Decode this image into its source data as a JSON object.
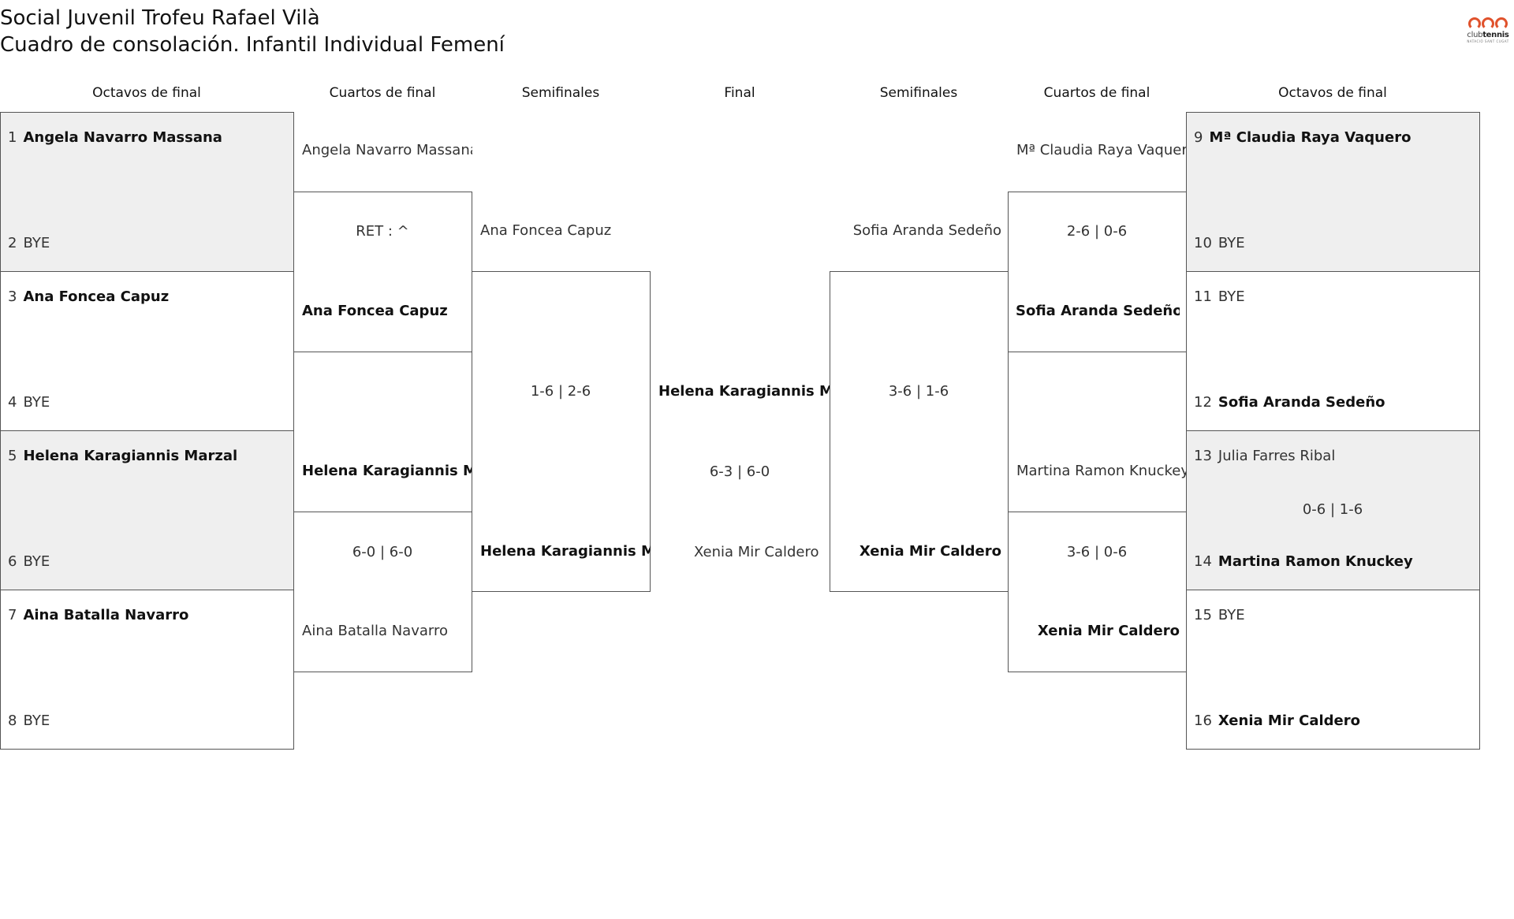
{
  "title_line1": "Social Juvenil Trofeu Rafael Vilà",
  "title_line2": "Cuadro de consolación. Infantil Individual Femení",
  "logo": {
    "brand_a": "club",
    "brand_b": "tennis",
    "sub": "NATACIÓ SANT CUGAT",
    "accent": "#e0522c"
  },
  "headers": {
    "l_r16": "Octavos de final",
    "l_qf": "Cuartos de final",
    "l_sf": "Semifinales",
    "final": "Final",
    "r_sf": "Semifinales",
    "r_qf": "Cuartos de final",
    "r_r16": "Octavos de final"
  },
  "left_r16": [
    {
      "seed": "1",
      "name": "Angela Navarro Massana"
    },
    {
      "seed": "2",
      "name": "BYE"
    },
    {
      "seed": "3",
      "name": "Ana Foncea Capuz"
    },
    {
      "seed": "4",
      "name": "BYE"
    },
    {
      "seed": "5",
      "name": "Helena Karagiannis Marzal"
    },
    {
      "seed": "6",
      "name": "BYE"
    },
    {
      "seed": "7",
      "name": "Aina Batalla Navarro"
    },
    {
      "seed": "8",
      "name": "BYE"
    }
  ],
  "right_r16": [
    {
      "seed": "9",
      "name": "Mª Claudia Raya Vaquero"
    },
    {
      "seed": "10",
      "name": "BYE"
    },
    {
      "seed": "11",
      "name": "BYE"
    },
    {
      "seed": "12",
      "name": "Sofia Aranda Sedeño"
    },
    {
      "seed": "13",
      "name": "Julia Farres Ribal"
    },
    {
      "seed": "14",
      "name": "Martina Ramon Knuckey"
    },
    {
      "seed": "15",
      "name": "BYE"
    },
    {
      "seed": "16",
      "name": "Xenia Mir Caldero"
    }
  ],
  "right_r16_score": "0-6 | 1-6",
  "left_qf": {
    "p1": "Angela Navarro Massana",
    "score1": "RET : ^",
    "p2": "Ana Foncea Capuz",
    "p3": "Helena Karagiannis Marzal",
    "score2": "6-0 | 6-0",
    "p4": "Aina Batalla Navarro"
  },
  "left_sf": {
    "p1": "Ana Foncea Capuz",
    "score": "1-6 | 2-6",
    "p2": "Helena Karagiannis Marzal"
  },
  "final": {
    "p1": "Helena Karagiannis Marzal",
    "score": "6-3 | 6-0",
    "p2": "Xenia Mir Caldero"
  },
  "right_sf": {
    "p1": "Sofia Aranda Sedeño",
    "score": "3-6 | 1-6",
    "p2": "Xenia Mir Caldero"
  },
  "right_qf": {
    "p1": "Mª Claudia Raya Vaquero",
    "score1": "2-6 | 0-6",
    "p2": "Sofia Aranda Sedeño",
    "p3": "Martina Ramon Knuckey",
    "score2": "3-6 | 0-6",
    "p4": "Xenia Mir Caldero"
  }
}
